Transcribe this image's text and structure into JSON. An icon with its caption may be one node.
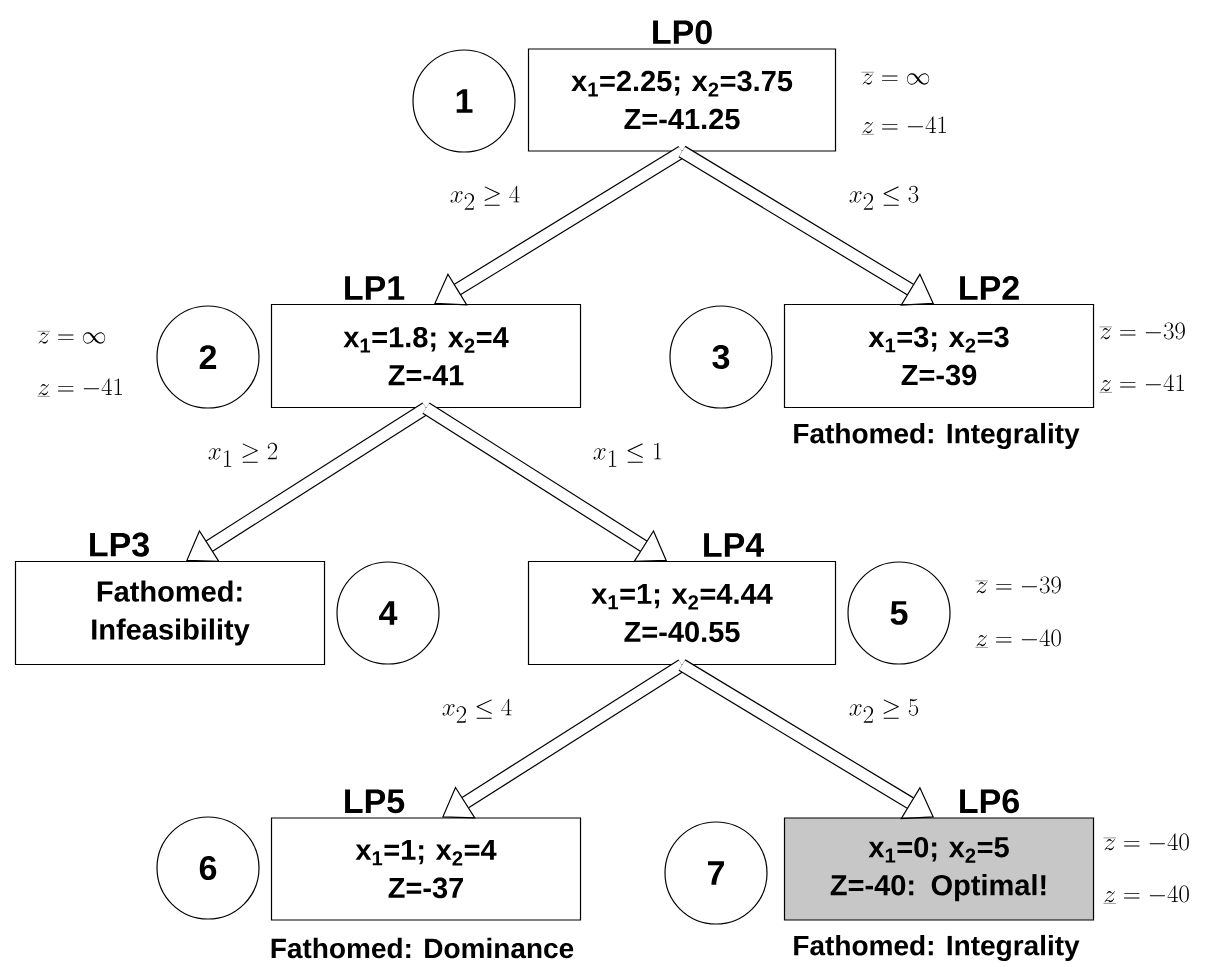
{
  "diagram": {
    "nodes": [
      {
        "text": [
          "1"
        ]
      },
      {
        "text": [
          "LP0",
          "x$_{1}$=2.25; x$_{2}$=3.75",
          "Z=-41.25"
        ],
        "beside": [
          "\\overline{z} = \\infty",
          "\\underline{z} = -41"
        ]
      },
      {
        "text": [
          "2"
        ],
        "beside": [
          "\\overline{z} = \\infty",
          "\\underline{z} = -41"
        ]
      },
      {
        "text": [
          "LP1",
          "x$_{1}$=1.8; x$_{2}$=4",
          "Z=-41"
        ]
      },
      {
        "text": [
          "3"
        ]
      },
      {
        "text": [
          "LP2",
          "x$_{1}$=3; x$_{2}$=3",
          "Z=-39"
        ],
        "beside": [
          "\\overline{z} = -39",
          "\\underline{z} = -41",
          "Fathomed: Integrality"
        ]
      },
      {
        "text": [
          "LP3",
          "Fathomed: Infeasibility"
        ]
      },
      {
        "text": [
          "4"
        ]
      },
      {
        "text": [
          "LP4",
          "x$_{1}$=1; x$_{2}$=4.44",
          "Z=-40.55"
        ]
      },
      {
        "text": [
          "5"
        ],
        "beside": [
          "\\overline{z} = -39",
          "\\underline{z} = -40"
        ]
      },
      {
        "text": [
          "6"
        ]
      },
      {
        "text": [
          "LP5",
          "x$_{1}$=1; x$_{2}$=4",
          "Z=-37"
        ],
        "beside": [
          "Fathomed: Dominance"
        ]
      },
      {
        "text": [
          "7"
        ]
      },
      {
        "text": [
          "LP6",
          "x$_{1}$=0; x$_{2}$=5",
          "Z=-40: Optimal!"
        ],
        "beside": [
          "\\overline{z} = -40",
          "\\underline{z} = -40",
          "Fathomed: Integrality"
        ]
      }
    ],
    "edges": [
      {
        "from": 1,
        "to": 3,
        "arrow": "to",
        "label": "x_2 \\geq 4"
      },
      {
        "from": 1,
        "to": 5,
        "arrow": "to",
        "label": "x_2 \\leq 3"
      },
      {
        "from": 3,
        "to": 6,
        "arrow": "to",
        "label": "x_1 \\geq 2"
      },
      {
        "from": 3,
        "to": 8,
        "arrow": "to",
        "label": "x_1 \\leq 1"
      },
      {
        "from": 8,
        "to": 11,
        "arrow": "to",
        "label": "x_2 \\leq 4"
      },
      {
        "from": 8,
        "to": 13,
        "arrow": "to",
        "label": "x_2 \\geq 5"
      }
    ]
  }
}
